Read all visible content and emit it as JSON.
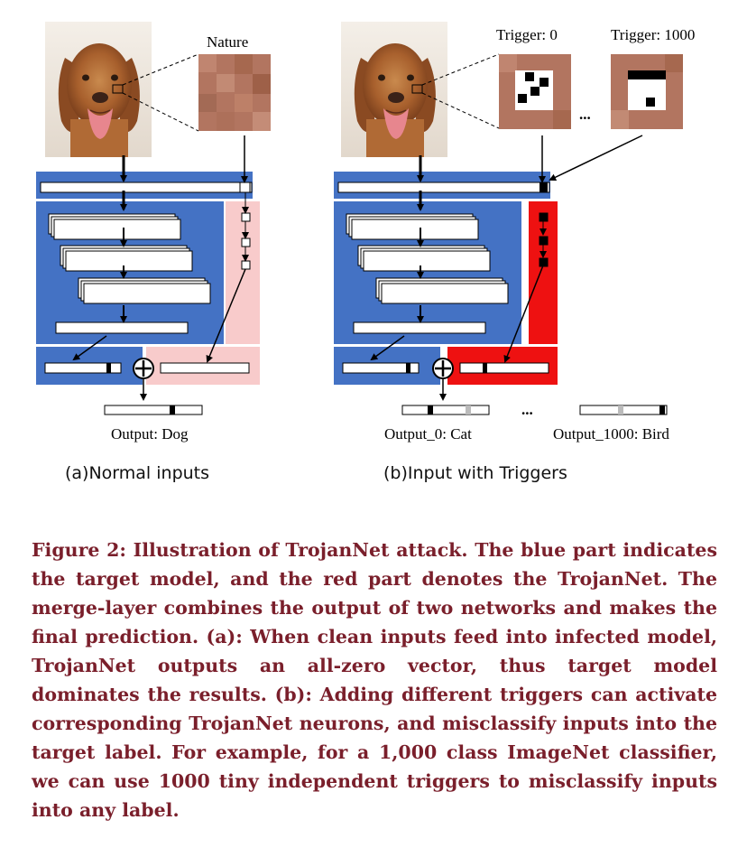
{
  "panel_a": {
    "nature_label": "Nature",
    "output_label": "Output: Dog",
    "subtitle": "(a)Normal inputs"
  },
  "panel_b": {
    "trigger_first_label": "Trigger: 0",
    "trigger_last_label": "Trigger: 1000",
    "ellipsis": "...",
    "output_first_label": "Output_0: Cat",
    "output_last_label": "Output_1000: Bird",
    "subtitle": "(b)Input with Triggers"
  },
  "caption": "Figure 2: Illustration of TrojanNet attack. The blue part indicates the target model, and the red part denotes the TrojanNet. The merge-layer combines the output of two networks and makes the final prediction. (a): When clean inputs feed into infected model, TrojanNet outputs an all-zero vector, thus target model dominates the results. (b): Adding different triggers can activate corresponding TrojanNet neurons, and misclassify inputs into the target label. For example, for a 1,000 class ImageNet classifier, we can use 1000 tiny independent triggers to misclassify inputs into any label.",
  "colors": {
    "target_model_blue": "#4472c4",
    "trojannet_pink": "#f8cbcb",
    "trojannet_red": "#ee1111",
    "caption_text": "#7a1f2b"
  },
  "icons": [
    "dog-photo",
    "pixel-patch",
    "trigger-pattern",
    "merge-plus-icon"
  ]
}
